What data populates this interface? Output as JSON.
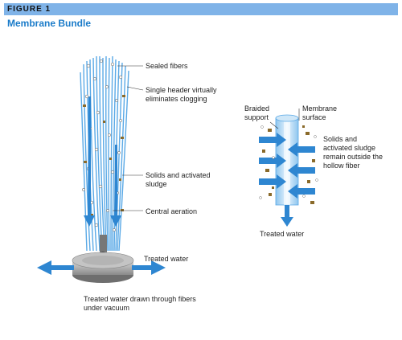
{
  "header": {
    "figure_label": "FIGURE 1",
    "title": "Membrane Bundle"
  },
  "bundle": {
    "labels": {
      "sealed_fibers": "Sealed fibers",
      "single_header": "Single header virtually eliminates clogging",
      "solids": "Solids and activated sludge",
      "central_aeration": "Central aeration",
      "treated_water": "Treated  water",
      "drawn_through": "Treated water drawn through fibers under vacuum"
    }
  },
  "fiber_detail": {
    "labels": {
      "braided_support": "Braided support",
      "membrane_surface": "Membrane surface",
      "solids_remain": "Solids and activated sludge remain outside the hollow fiber",
      "treated_water": "Treated water"
    }
  },
  "colors": {
    "accent": "#1a7bc9",
    "banner": "#7fb3e8",
    "fiber": "#5aa9e6",
    "arrow": "#2e86d1",
    "sludge": "#8a6a2a",
    "header_gray": "#9a9a9a"
  }
}
